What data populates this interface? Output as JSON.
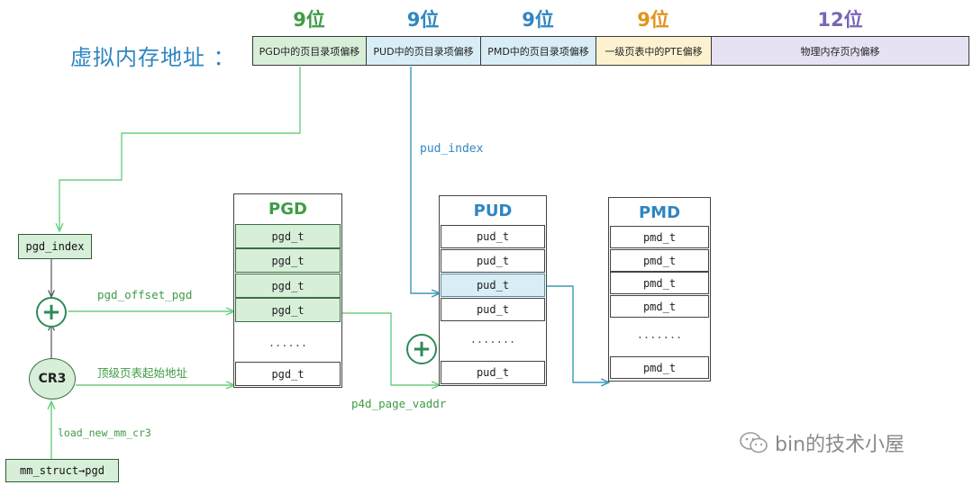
{
  "title": "虚拟内存地址 ：",
  "address_segments": [
    {
      "bits": "9位",
      "label": "PGD中的页目录项偏移",
      "fill": "#d7efd8",
      "bits_color": "#3f9b45"
    },
    {
      "bits": "9位",
      "label": "PUD中的页目录项偏移",
      "fill": "#d8edf6",
      "bits_color": "#2f86c2"
    },
    {
      "bits": "9位",
      "label": "PMD中的页目录项偏移",
      "fill": "#d8edf6",
      "bits_color": "#2f86c2"
    },
    {
      "bits": "9位",
      "label": "一级页表中的PTE偏移",
      "fill": "#fdf2cf",
      "bits_color": "#e0931c"
    },
    {
      "bits": "12位",
      "label": "物理内存页内偏移",
      "fill": "#e6e2f3",
      "bits_color": "#7b65b8"
    }
  ],
  "pgd": {
    "title": "PGD",
    "entries": [
      "pgd_t",
      "pgd_t",
      "pgd_t",
      "pgd_t"
    ],
    "dots": "......",
    "last_entry": "pgd_t",
    "title_color": "#3f9b45"
  },
  "pud": {
    "title": "PUD",
    "entries": [
      "pud_t",
      "pud_t",
      "pud_t",
      "pud_t"
    ],
    "dots": ".......",
    "last_entry": "pud_t",
    "title_color": "#2f86c2"
  },
  "pmd": {
    "title": "PMD",
    "entries": [
      "pmd_t",
      "pmd_t",
      "pmd_t",
      "pmd_t"
    ],
    "dots": ".......",
    "last_entry": "pmd_t",
    "title_color": "#2f86c2"
  },
  "labels": {
    "pgd_index": "pgd_index",
    "pgd_offset_pgd": "pgd_offset_pgd",
    "top_table_addr": "顶级页表起始地址",
    "cr3": "CR3",
    "load_new_mm_cr3": "load_new_mm_cr3",
    "mm_struct": "mm_struct→pgd",
    "pud_index": "pud_index",
    "p4d_page_vaddr": "p4d_page_vaddr",
    "plus": "+"
  },
  "watermark": "bin的技术小屋",
  "colors": {
    "green": "#3f9b45",
    "blue": "#2f86c2",
    "line_green": "#6ccf7f",
    "line_blue": "#3b99b8"
  }
}
